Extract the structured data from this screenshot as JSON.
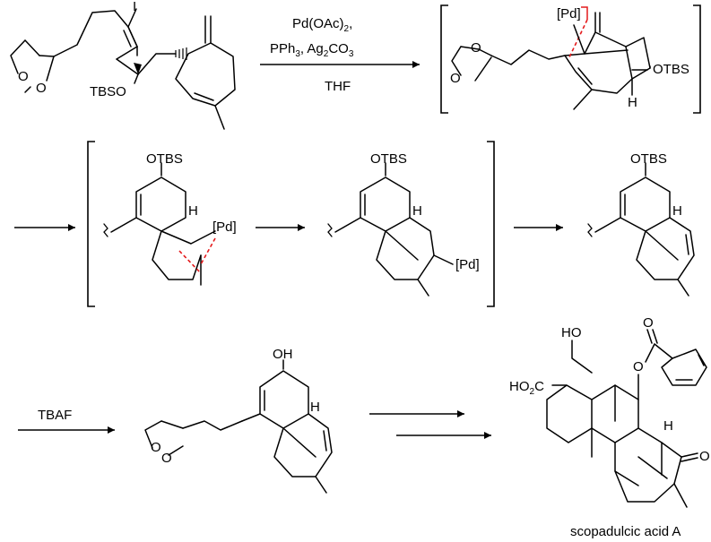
{
  "reagents": {
    "step1_line1": "Pd(OAc)",
    "step1_line1_sub": "2",
    "step1_line1_end": ",",
    "step1_line2_a": "PPh",
    "step1_line2_sub1": "3",
    "step1_line2_b": ", Ag",
    "step1_line2_sub2": "2",
    "step1_line2_c": "CO",
    "step1_line2_sub3": "3",
    "step1_line3": "THF",
    "step2": "TBAF"
  },
  "labels": {
    "iodo": "I",
    "tbso": "TBSO",
    "otbs": "OTBS",
    "pd": "[Pd]",
    "h": "H",
    "oh": "OH",
    "o": "O",
    "ho": "HO",
    "ho2c_a": "HO",
    "ho2c_sub": "2",
    "ho2c_b": "C",
    "product_name": "scopadulcic acid A"
  },
  "colors": {
    "bonds": "#000000",
    "forming_bond": "#e41a1c"
  }
}
